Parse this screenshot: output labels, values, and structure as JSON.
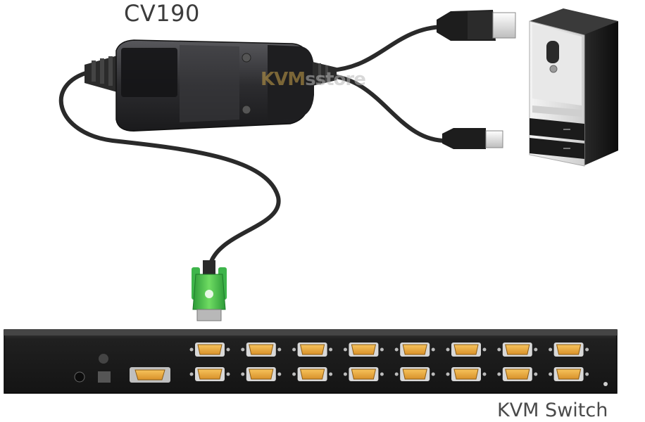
{
  "diagram": {
    "title": "CV190",
    "switch_label": "KVM Switch",
    "watermark": {
      "part1": "KVM",
      "part2": "sstore"
    }
  },
  "kvm_switch": {
    "port_rows": 2,
    "ports_per_row": 8
  },
  "colors": {
    "adapter_body": "#2e2e30",
    "cable": "#2a2a2a",
    "vga_connector": "#39b54a",
    "port": "#e8a93a",
    "switch_body": "#262626",
    "tower": "#1b1b1b"
  }
}
